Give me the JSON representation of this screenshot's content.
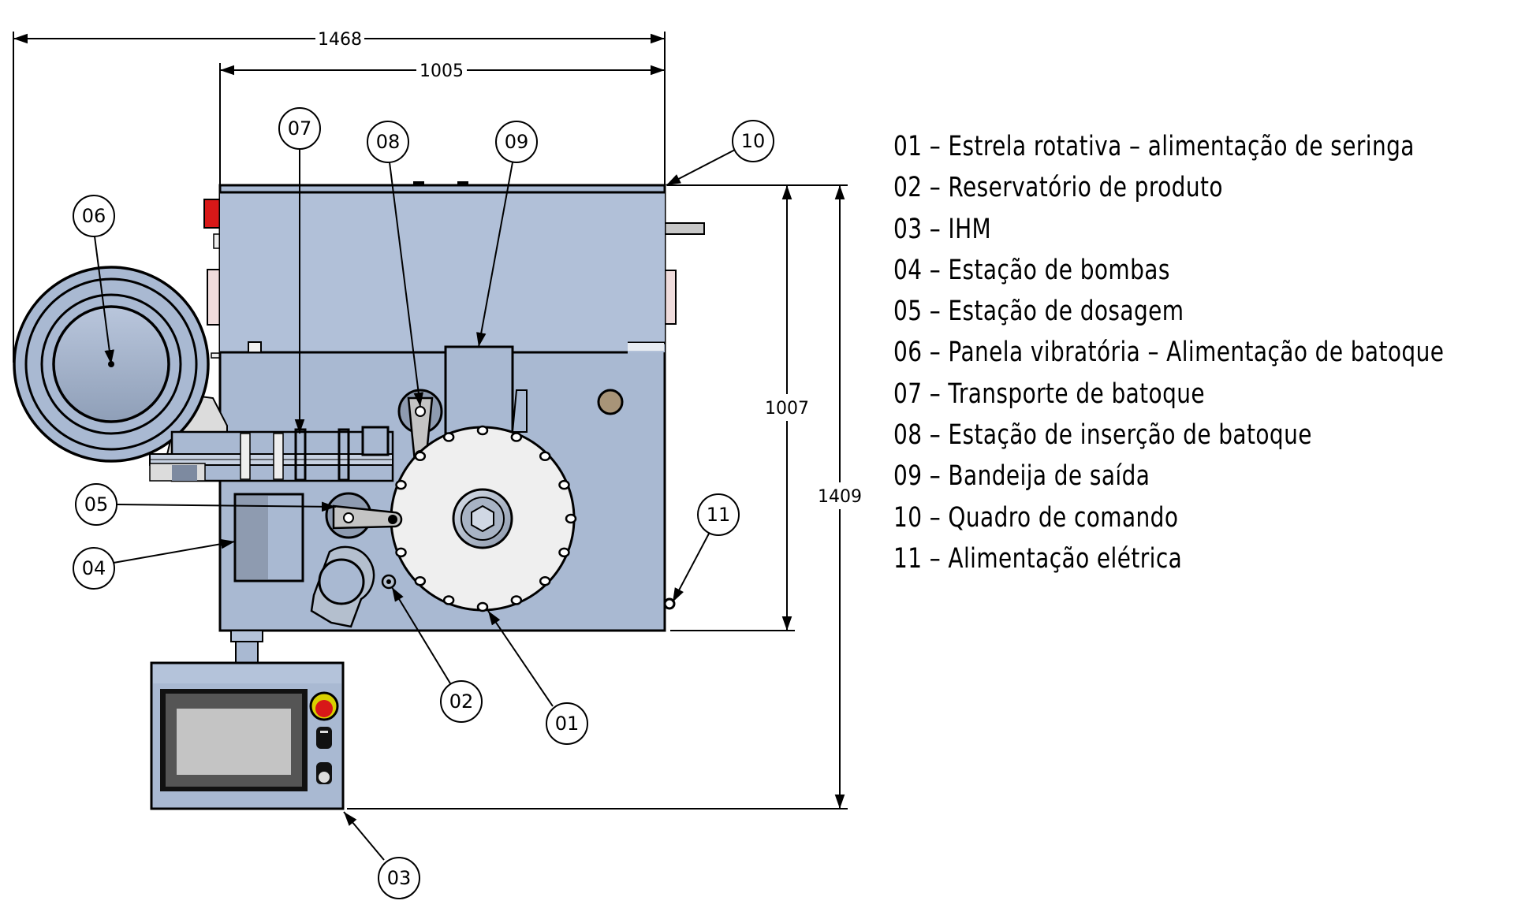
{
  "title": "Vista frontal - máquina de envase de seringas",
  "dimensions": {
    "overall_width": "1468",
    "body_width": "1005",
    "body_height": "1007",
    "overall_height": "1409"
  },
  "callouts": [
    {
      "id": "01",
      "label": "01"
    },
    {
      "id": "02",
      "label": "02"
    },
    {
      "id": "03",
      "label": "03"
    },
    {
      "id": "04",
      "label": "04"
    },
    {
      "id": "05",
      "label": "05"
    },
    {
      "id": "06",
      "label": "06"
    },
    {
      "id": "07",
      "label": "07"
    },
    {
      "id": "08",
      "label": "08"
    },
    {
      "id": "09",
      "label": "09"
    },
    {
      "id": "10",
      "label": "10"
    },
    {
      "id": "11",
      "label": "11"
    }
  ],
  "legend": [
    "01 – Estrela rotativa – alimentação de seringa",
    "02 – Reservatório de produto",
    "03 – IHM",
    "04 – Estação de bombas",
    "05 – Estação de dosagem",
    "06 – Panela vibratória – Alimentação de batoque",
    "07 – Transporte de batoque",
    "08 – Estação de inserção de batoque",
    "09 – Bandeija de saída",
    "10 – Quadro de comando",
    "11 – Alimentação elétrica"
  ],
  "colors": {
    "body": "#a9b9d2",
    "body_light": "#b4c3da",
    "star_wheel": "#eeeeee",
    "emergency_red": "#d81818",
    "emergency_yellow": "#d8d000",
    "sensor_brown": "#a89478",
    "screen": "#c4c4c4",
    "panel_pink": "#f0dcdc",
    "line": "#000000"
  }
}
